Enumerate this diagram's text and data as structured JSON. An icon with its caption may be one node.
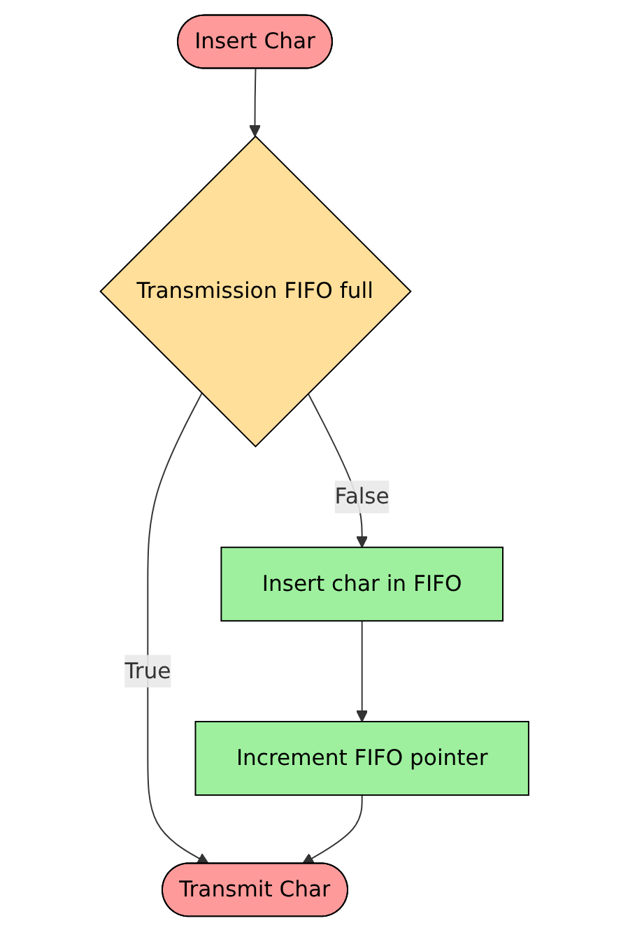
{
  "diagram": {
    "nodes": [
      {
        "text": [
          "Insert Char"
        ]
      },
      {
        "text": [
          "Transmission FIFO full"
        ]
      },
      {
        "text": [
          "Insert char in FIFO"
        ]
      },
      {
        "text": [
          "Increment FIFO pointer"
        ]
      },
      {
        "text": [
          "Transmit Char"
        ]
      }
    ],
    "edges": [
      {
        "from": 0,
        "to": 1,
        "arrow": "to"
      },
      {
        "from": 1,
        "to": 2,
        "arrow": "to",
        "label": "False"
      },
      {
        "from": 1,
        "to": 4,
        "arrow": "to",
        "label": "True"
      },
      {
        "from": 2,
        "to": 3,
        "arrow": "to"
      },
      {
        "from": 3,
        "to": 4,
        "arrow": "to"
      }
    ]
  }
}
